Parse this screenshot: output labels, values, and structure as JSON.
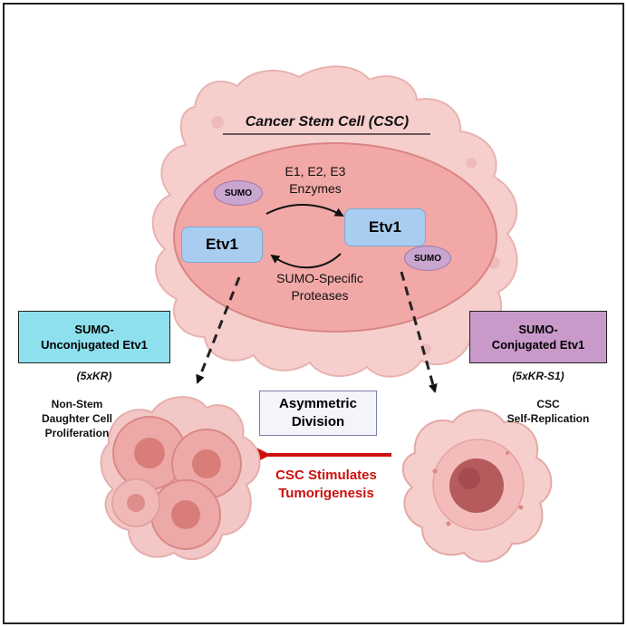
{
  "title": "Cancer Stem Cell (CSC)",
  "sumo_tag": "SUMO",
  "enzymes_line1": "E1, E2, E3",
  "enzymes_line2": "Enzymes",
  "proteases_line1": "SUMO-Specific",
  "proteases_line2": "Proteases",
  "etv1_left": "Etv1",
  "etv1_right": "Etv1",
  "left_box": {
    "line1": "SUMO-",
    "line2": "Unconjugated Etv1",
    "mutant": "(5xKR)"
  },
  "right_box": {
    "line1": "SUMO-",
    "line2": "Conjugated Etv1",
    "mutant": "(5xKR-S1)"
  },
  "left_outcome": {
    "line1": "Non-Stem",
    "line2": "Daughter Cell",
    "line3": "Proliferation"
  },
  "right_outcome": {
    "line1": "CSC",
    "line2": "Self-Replication"
  },
  "division_box": {
    "line1": "Asymmetric",
    "line2": "Division"
  },
  "red_text": {
    "line1": "CSC Stimulates",
    "line2": "Tumorigenesis"
  },
  "colors": {
    "cell_outer": "#f6cfcd",
    "nucleus": "#f2a8a6",
    "etv1": "#a9cdf0",
    "sumo": "#c9a6cf",
    "unconjugated_box": "#8ee0ee",
    "conjugated_box": "#c99ac9",
    "red_arrow": "#cc1010"
  }
}
